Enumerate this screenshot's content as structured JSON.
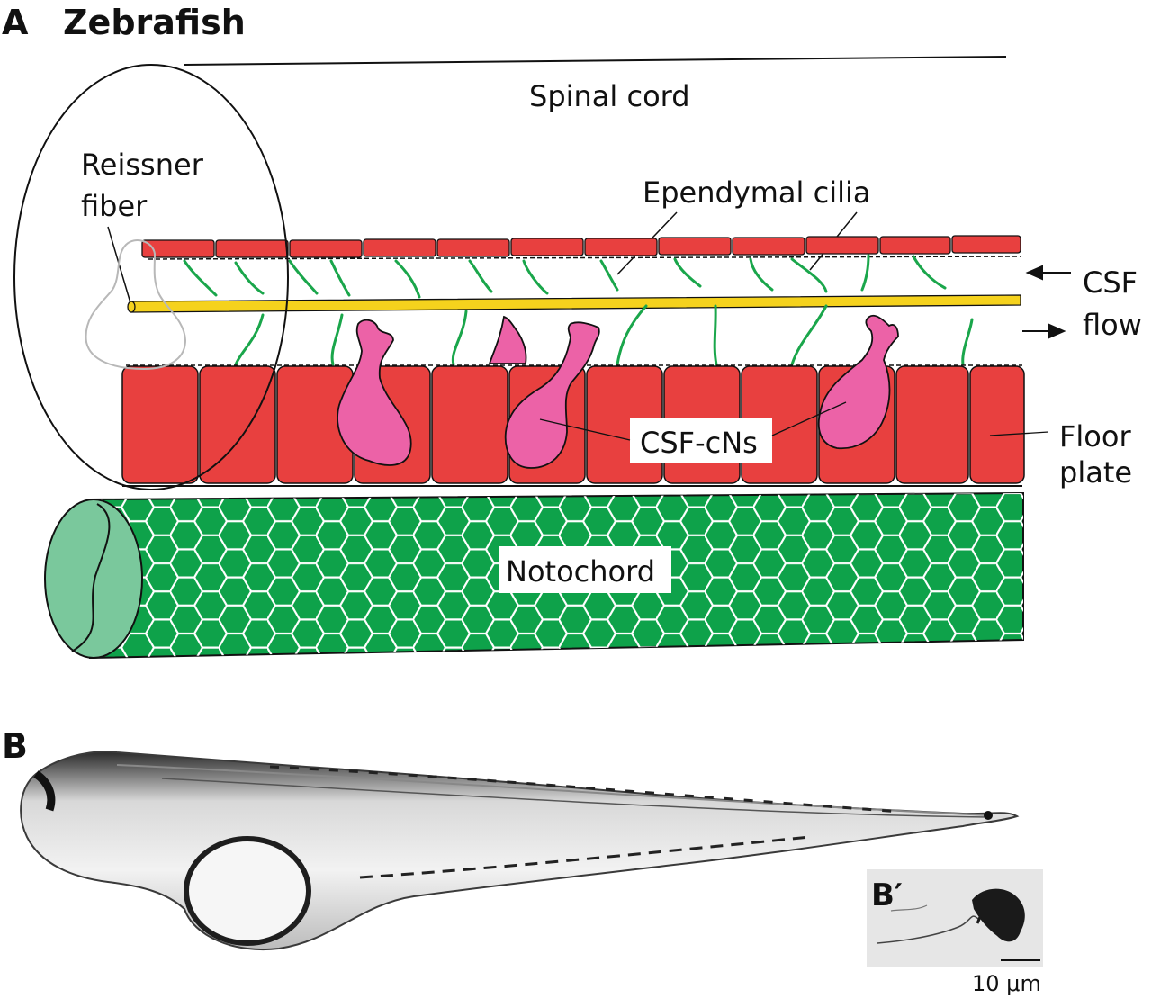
{
  "panels": {
    "a": {
      "letter": "A",
      "title": "Zebrafish"
    },
    "b": {
      "letter": "B"
    },
    "b_prime": {
      "letter": "B′"
    }
  },
  "labels": {
    "spinal_cord": "Spinal cord",
    "reissner_line1": "Reissner",
    "reissner_line2": "fiber",
    "ependymal_cilia": "Ependymal cilia",
    "csf_flow_line1": "CSF",
    "csf_flow_line2": "flow",
    "csf_cns": "CSF-cNs",
    "floor_plate_line1": "Floor",
    "floor_plate_line2": "plate",
    "notochord": "Notochord",
    "scale_bar": "10 μm"
  },
  "colors": {
    "cell_red": "#e8403f",
    "cilia_green": "#1aa64b",
    "fiber_yellow": "#f5d21d",
    "neuron_pink": "#ec62a7",
    "notochord_green": "#0ea24a",
    "notochord_end": "#7ac89c",
    "outline": "#111111"
  }
}
